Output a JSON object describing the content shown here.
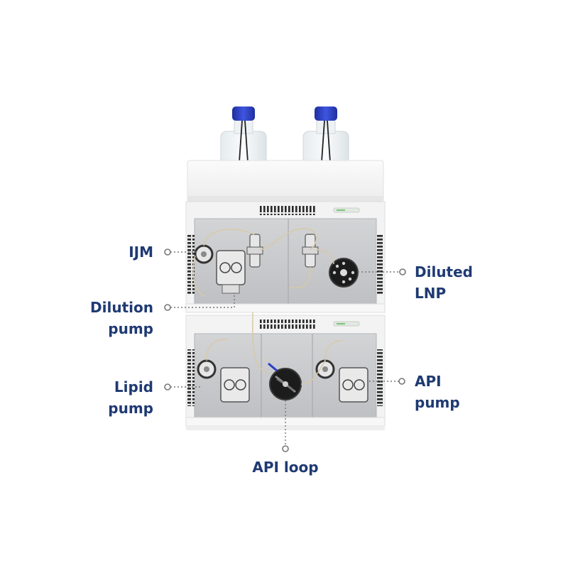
{
  "labels": {
    "ijm": "IJM",
    "dilution_pump_line1": "Dilution",
    "dilution_pump_line2": "pump",
    "lipid_pump_line1": "Lipid",
    "lipid_pump_line2": "pump",
    "diluted_lnp_line1": "Diluted",
    "diluted_lnp_line2": "LNP",
    "api_pump_line1": "API",
    "api_pump_line2": "pump",
    "api_loop": "API loop"
  },
  "colors": {
    "label_text": "#1f3a73",
    "bottle_cap": "#2b3fc4",
    "module_panel": "#c9cacc",
    "module_frame": "#f1f1f1",
    "vent_dark": "#2a2a2a",
    "leader_line": "#777777"
  }
}
